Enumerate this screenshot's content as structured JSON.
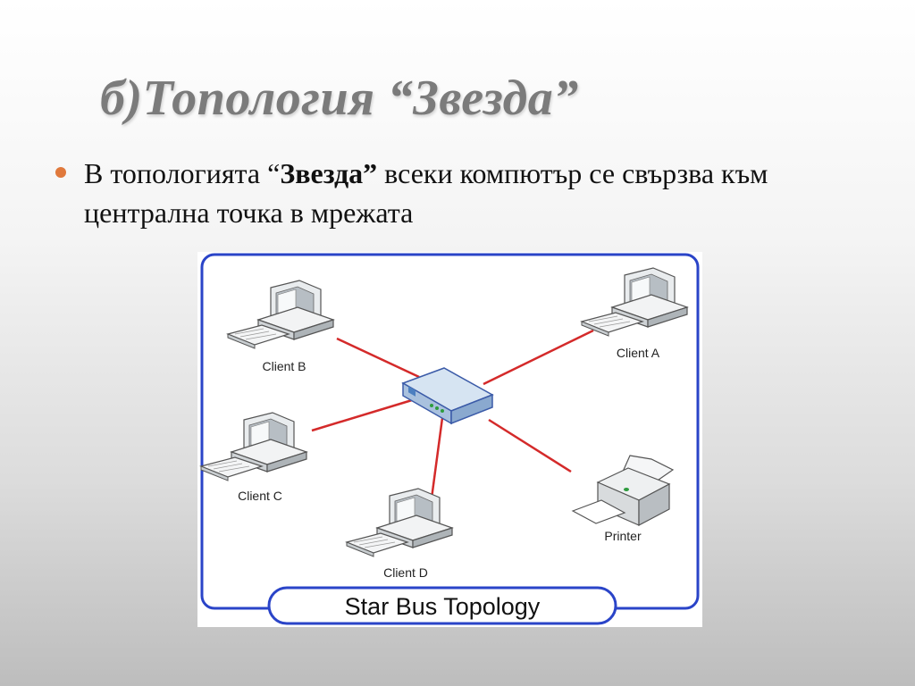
{
  "slide": {
    "title": "б)Топология “Звезда”",
    "bullet": {
      "prefix": "В топологията “",
      "strong": "Звезда”",
      "suffix": " всеки компютър се свързва към централна точка в мрежата"
    }
  },
  "diagram": {
    "caption": "Star Bus Topology",
    "nodes": {
      "client_a": "Client A",
      "client_b": "Client B",
      "client_c": "Client C",
      "client_d": "Client D",
      "printer": "Printer"
    },
    "colors": {
      "link": "#d42a2a",
      "frame": "#2a44c8",
      "hub_body": "#d6e4f2",
      "hub_edge": "#3b5ba8",
      "device": "#cfd3d6"
    }
  }
}
